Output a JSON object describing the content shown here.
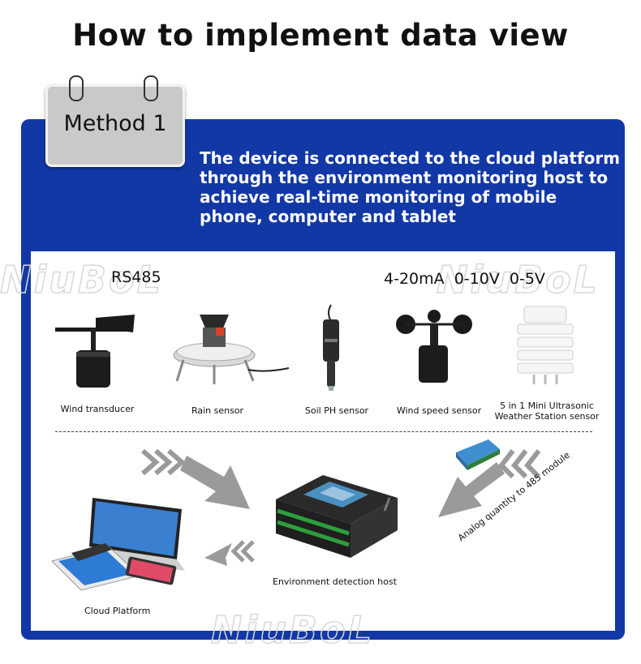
{
  "title": "How to implement data view",
  "method": {
    "label": "Method 1"
  },
  "description": "The device is connected to the cloud platform through the environment monitoring host to achieve real-time monitoring of mobile phone, computer and tablet",
  "protocols": {
    "digital": "RS485",
    "analog": "4-20mA  0-10V  0-5V"
  },
  "sensors": [
    {
      "label": "Wind transducer",
      "icon": "wind-vane-icon"
    },
    {
      "label": "Rain sensor",
      "icon": "rain-gauge-icon"
    },
    {
      "label": "Soil PH sensor",
      "icon": "ph-probe-icon"
    },
    {
      "label": "Wind speed sensor",
      "icon": "anemometer-icon"
    },
    {
      "label": "5 in 1 Mini Ultrasonic\nWeather Station  sensor",
      "icon": "weather-station-icon"
    }
  ],
  "bottom": {
    "module_label": "Analog quantity to 485 module",
    "host_label": "Environment detection host",
    "cloud_label": "Cloud Platform"
  },
  "watermark": "NiuBoL",
  "colors": {
    "panel_blue": "#1238a6",
    "tag_gray": "#c9c9c9",
    "arrow_gray": "#9a9a9a"
  }
}
